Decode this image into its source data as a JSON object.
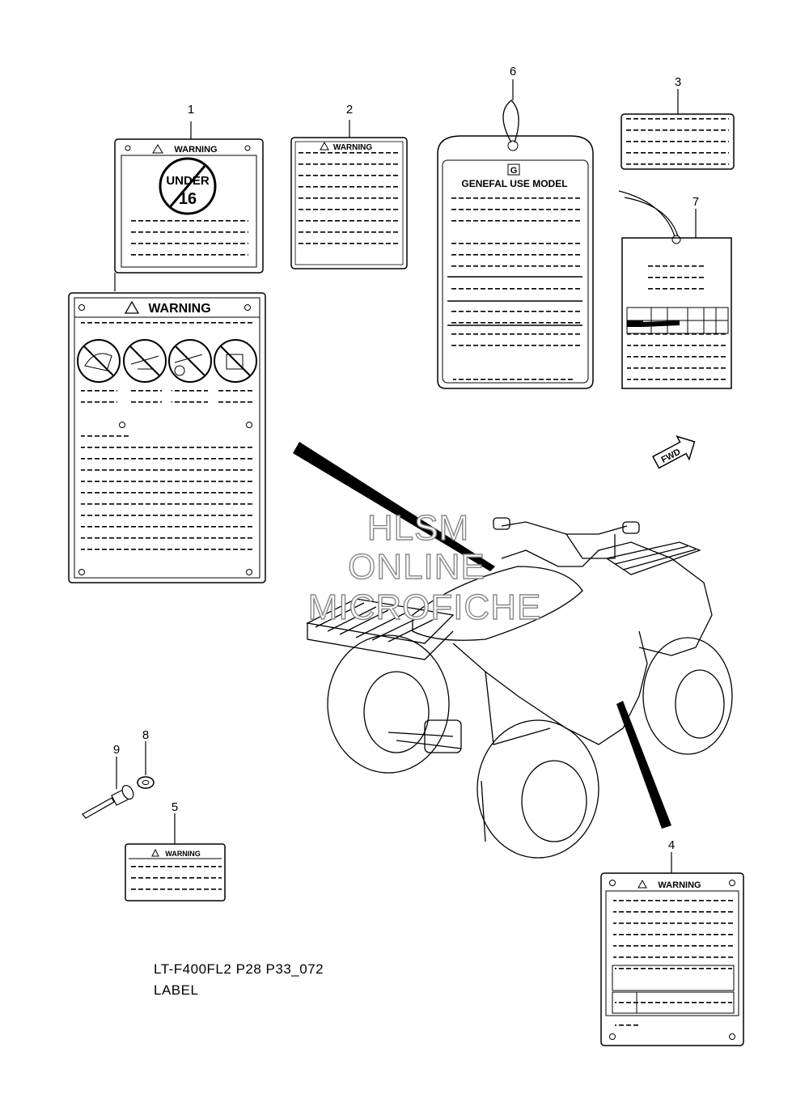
{
  "callouts": [
    "1",
    "2",
    "3",
    "4",
    "5",
    "6",
    "7",
    "8",
    "9"
  ],
  "labels": {
    "warning_text": "WARNING",
    "under_text": "UNDER",
    "age_text": "16",
    "general_use_model": "GENEFAL USE MODEL",
    "g_mark": "G",
    "fwd_text": "FWD"
  },
  "watermark": {
    "line1": "HLSM",
    "line2": "ONLINE",
    "line3": "MICROFICHE"
  },
  "caption": {
    "model_code": "LT-F400FL2 P28 P33_072",
    "title": "LABEL"
  }
}
